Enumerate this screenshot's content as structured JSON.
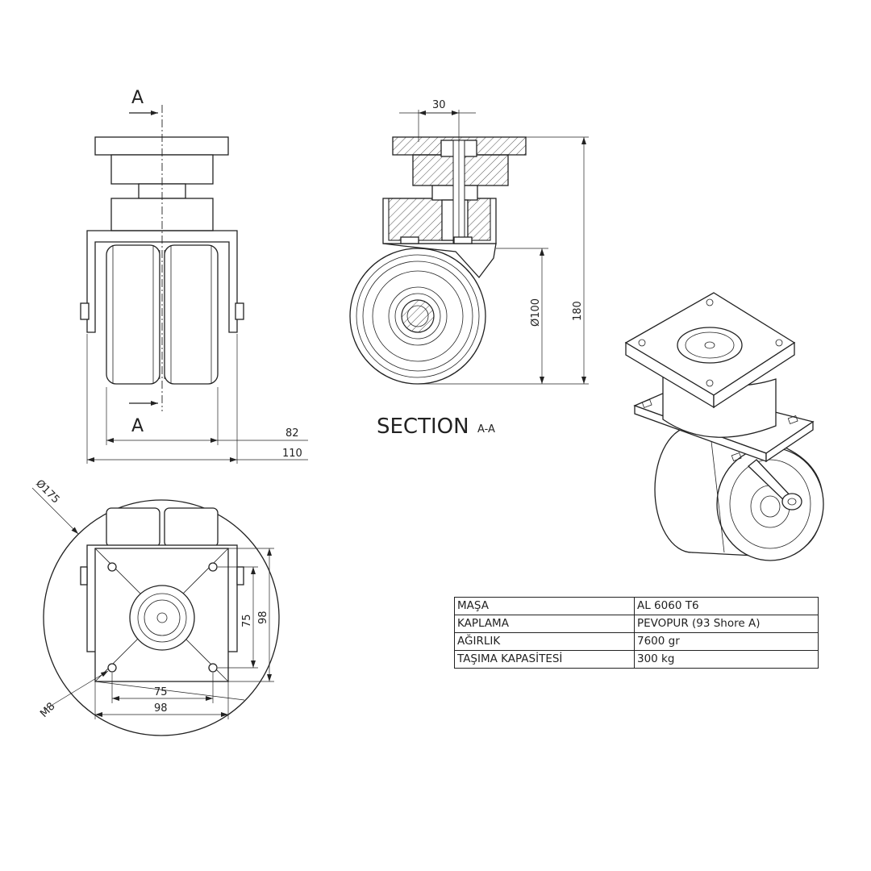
{
  "section_marker": "A",
  "section_title": "SECTION",
  "section_suffix": "A-A",
  "dimensions": {
    "shaft_spacing": "30",
    "wheel_diameter": "Ø100",
    "total_height": "180",
    "wheel_width": "82",
    "overall_width": "110",
    "outer_diameter": "Ø175",
    "bolt_spacing_vertical": "75",
    "plate_vertical": "98",
    "bolt_spacing_horizontal": "75",
    "plate_horizontal": "98",
    "bolt_thread": "M8"
  },
  "specs": [
    {
      "label": "MAŞA",
      "value": "AL 6060 T6"
    },
    {
      "label": "KAPLAMA",
      "value": "PEVOPUR (93 Shore A)"
    },
    {
      "label": "AĞIRLIK",
      "value": "7600 gr"
    },
    {
      "label": "TAŞIMA KAPASİTESİ",
      "value": "300 kg"
    }
  ]
}
